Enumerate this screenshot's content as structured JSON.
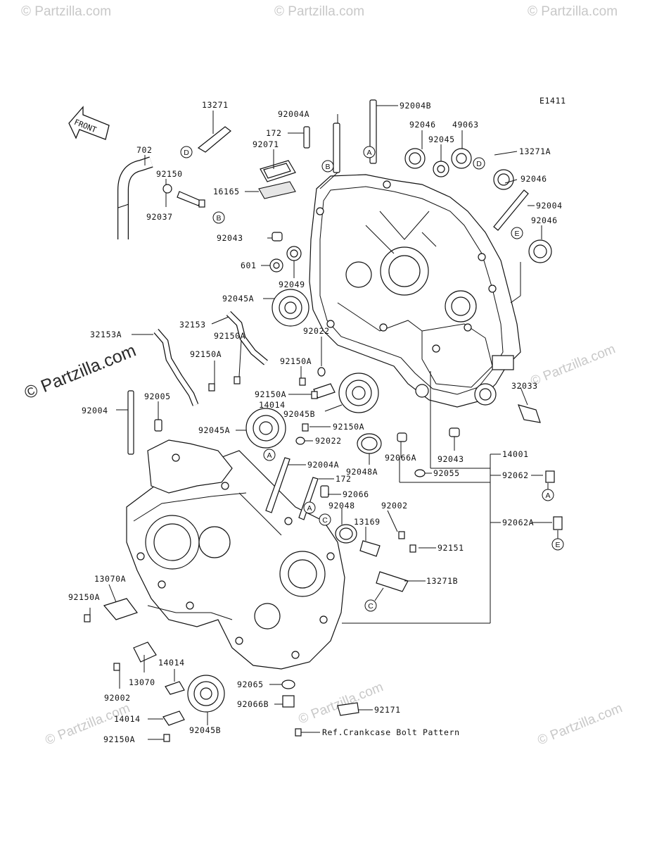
{
  "diagram": {
    "code": "E1411",
    "front_label": "FRONT",
    "reference_note": "Ref.Crankcase Bolt Pattern",
    "watermark_main": "© Partzilla.com",
    "watermark_small": "© Partzilla.com"
  },
  "callouts": {
    "c13271": "13271",
    "c702": "702",
    "c92150": "92150",
    "c92037": "92037",
    "c92004A_top": "92004A",
    "c172_top": "172",
    "c92071": "92071",
    "c16165": "16165",
    "c92004B": "92004B",
    "c92046_a": "92046",
    "c49063": "49063",
    "c92045": "92045",
    "c13271A": "13271A",
    "c92046_b": "92046",
    "c92004_r": "92004",
    "c92046_c": "92046",
    "c92043_a": "92043",
    "c601": "601",
    "c92049": "92049",
    "c92045A_a": "92045A",
    "c32153": "32153",
    "c32153A": "32153A",
    "c92150A_a": "92150A",
    "c92150A_b": "92150A",
    "c92022_a": "92022",
    "c92150A_c": "92150A",
    "c92150A_d": "92150A",
    "c14014_a": "14014",
    "c92045B_a": "92045B",
    "c32033": "32033",
    "c92004_l": "92004",
    "c92005": "92005",
    "c92045A_b": "92045A",
    "c92150A_e": "92150A",
    "c92022_b": "92022",
    "c92004A_mid": "92004A",
    "c172_mid": "172",
    "c92066": "92066",
    "c92048A": "92048A",
    "c92066A": "92066A",
    "c92043_b": "92043",
    "c14001": "14001",
    "c92055": "92055",
    "c92062": "92062",
    "c92048": "92048",
    "c92002_a": "92002",
    "c13169": "13169",
    "c92062A": "92062A",
    "c92151": "92151",
    "c13271B": "13271B",
    "c13070A": "13070A",
    "c92150A_f": "92150A",
    "c13070": "13070",
    "c14014_b": "14014",
    "c92002_b": "92002",
    "c92065": "92065",
    "c92066B": "92066B",
    "c92171": "92171",
    "c92045B_b": "92045B",
    "c14014_c": "14014",
    "c92150A_g": "92150A"
  },
  "ref_markers": {
    "A": "A",
    "B": "B",
    "C": "C",
    "D": "D",
    "E": "E"
  }
}
